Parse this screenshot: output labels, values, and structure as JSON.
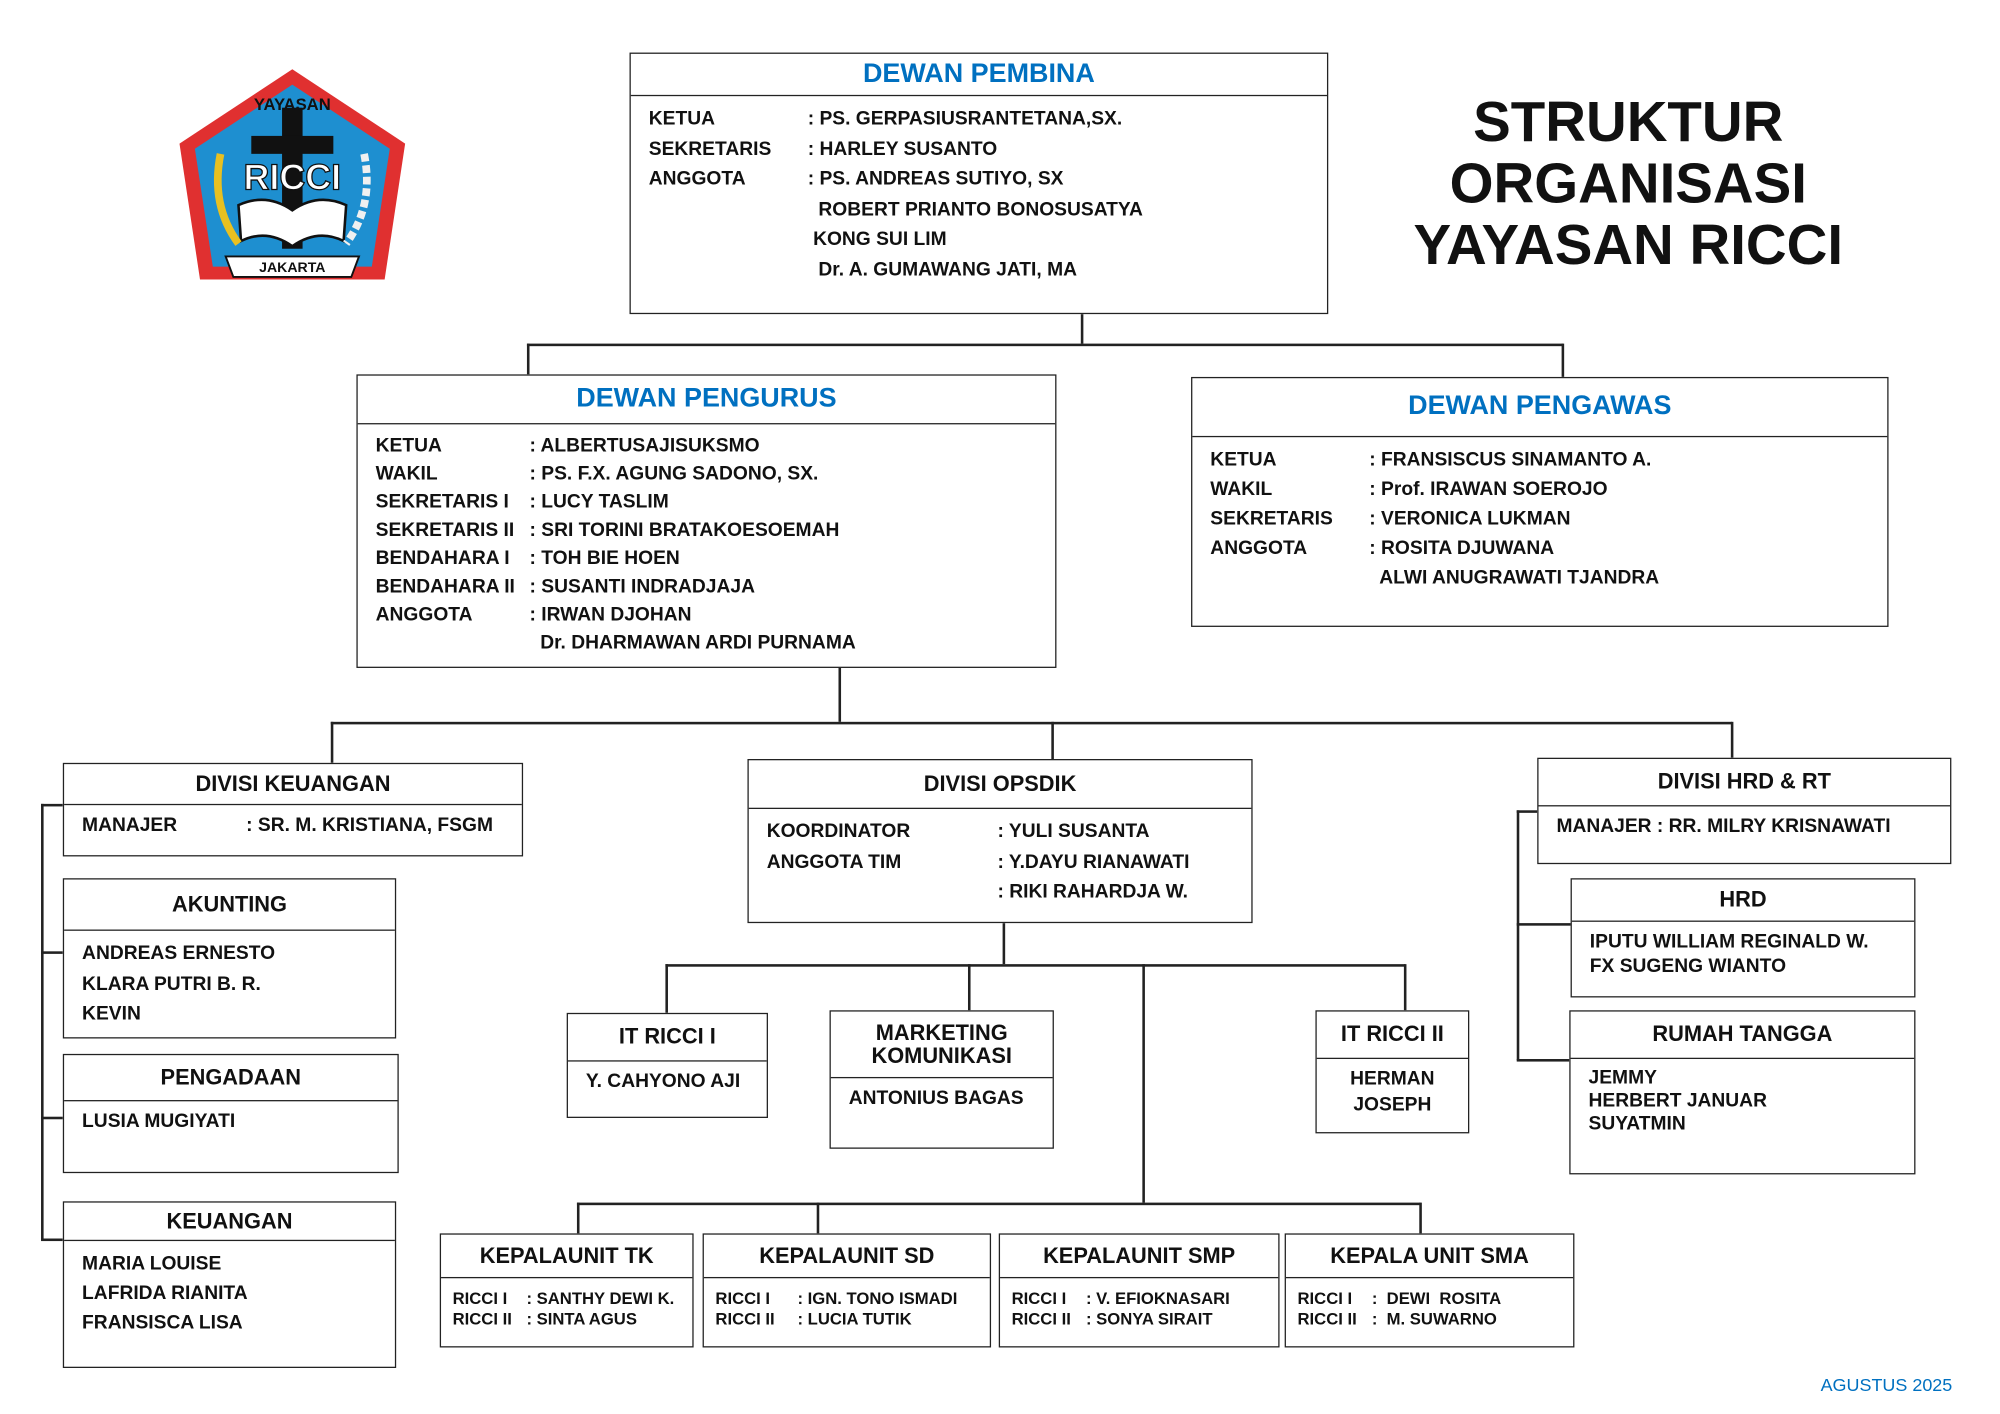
{
  "title": {
    "line1": "STRUKTUR",
    "line2": "ORGANISASI",
    "line3": "YAYASAN RICCI"
  },
  "logo": {
    "text_top": "YAYASAN",
    "text_main": "RICCI",
    "text_bottom": "JAKARTA"
  },
  "footer": "AGUSTUS 2025",
  "colors": {
    "accent": "#0070C0",
    "logo_red": "#E03030",
    "logo_blue": "#1E8FD0"
  },
  "boxes": {
    "pembina": {
      "title": "DEWAN PEMBINA",
      "rows": [
        {
          "label": "KETUA",
          "value": ": PS. GERPASIUSRANTETANA,SX."
        },
        {
          "label": "SEKRETARIS",
          "value": ": HARLEY SUSANTO"
        },
        {
          "label": "ANGGOTA",
          "value": ": PS. ANDREAS SUTIYO, SX"
        },
        {
          "label": "",
          "value": "  ROBERT PRIANTO BONOSUSATYA"
        },
        {
          "label": "",
          "value": " KONG SUI LIM"
        },
        {
          "label": "",
          "value": "  Dr. A. GUMAWANG JATI, MA"
        }
      ]
    },
    "pengurus": {
      "title": "DEWAN PENGURUS",
      "rows": [
        {
          "label": "KETUA",
          "value": ": ALBERTUSAJISUKSMO"
        },
        {
          "label": "WAKIL",
          "value": ": PS. F.X. AGUNG SADONO, SX."
        },
        {
          "label": "SEKRETARIS I",
          "value": ": LUCY TASLIM"
        },
        {
          "label": "SEKRETARIS II",
          "value": ": SRI TORINI BRATAKOESOEMAH"
        },
        {
          "label": "BENDAHARA I",
          "value": ": TOH BIE HOEN"
        },
        {
          "label": "BENDAHARA II",
          "value": ": SUSANTI INDRADJAJA"
        },
        {
          "label": "ANGGOTA",
          "value": ": IRWAN DJOHAN"
        },
        {
          "label": "",
          "value": "  Dr. DHARMAWAN ARDI PURNAMA"
        }
      ]
    },
    "pengawas": {
      "title": "DEWAN PENGAWAS",
      "rows": [
        {
          "label": "KETUA",
          "value": ": FRANSISCUS SINAMANTO A."
        },
        {
          "label": "WAKIL",
          "value": ": Prof. IRAWAN SOEROJO"
        },
        {
          "label": "SEKRETARIS",
          "value": ": VERONICA LUKMAN"
        },
        {
          "label": "ANGGOTA",
          "value": ": ROSITA DJUWANA"
        },
        {
          "label": "",
          "value": "  ALWI ANUGRAWATI TJANDRA"
        }
      ]
    },
    "keuangan_div": {
      "title": "DIVISI KEUANGAN",
      "rows": [
        {
          "label": "MANAJER",
          "value": ": SR. M. KRISTIANA, FSGM"
        }
      ]
    },
    "opsdik": {
      "title": "DIVISI OPSDIK",
      "rows": [
        {
          "label": "KOORDINATOR",
          "value": ": YULI SUSANTA"
        },
        {
          "label": "ANGGOTA TIM",
          "value": ": Y.DAYU RIANAWATI"
        },
        {
          "label": "",
          "value": ": RIKI RAHARDJA W."
        }
      ]
    },
    "hrdrt": {
      "title": "DIVISI HRD & RT",
      "rows": [
        {
          "label": "",
          "value": "MANAJER : RR. MILRY KRISNAWATI"
        }
      ]
    },
    "akunting": {
      "title": "AKUNTING",
      "rows": [
        {
          "label": "",
          "value": "ANDREAS ERNESTO"
        },
        {
          "label": "",
          "value": "KLARA PUTRI B. R."
        },
        {
          "label": "",
          "value": "KEVIN"
        }
      ]
    },
    "pengadaan": {
      "title": "PENGADAAN",
      "rows": [
        {
          "label": "",
          "value": "LUSIA MUGIYATI"
        }
      ]
    },
    "keuangan": {
      "title": "KEUANGAN",
      "rows": [
        {
          "label": "",
          "value": "MARIA LOUISE"
        },
        {
          "label": "",
          "value": "LAFRIDA RIANITA"
        },
        {
          "label": "",
          "value": "FRANSISCA LISA"
        }
      ]
    },
    "it1": {
      "title": "IT RICCI I",
      "rows": [
        {
          "label": "",
          "value": "Y. CAHYONO AJI"
        }
      ]
    },
    "marketing": {
      "title": "MARKETING KOMUNIKASI",
      "rows": [
        {
          "label": "",
          "value": "ANTONIUS BAGAS"
        }
      ]
    },
    "it2": {
      "title": "IT RICCI II",
      "rows": [
        {
          "label": "",
          "value": "HERMAN"
        },
        {
          "label": "",
          "value": "JOSEPH"
        }
      ]
    },
    "hrd": {
      "title": "HRD",
      "rows": [
        {
          "label": "",
          "value": "IPUTU WILLIAM REGINALD W."
        },
        {
          "label": "",
          "value": "FX SUGENG WIANTO"
        }
      ]
    },
    "rt": {
      "title": "RUMAH TANGGA",
      "rows": [
        {
          "label": "",
          "value": "JEMMY"
        },
        {
          "label": "",
          "value": "HERBERT JANUAR"
        },
        {
          "label": "",
          "value": "SUYATMIN"
        }
      ]
    },
    "tk": {
      "title": "KEPALAUNIT TK",
      "rows": [
        {
          "label": "RICCI I",
          "value": " : SANTHY DEWI K."
        },
        {
          "label": "RICCI II",
          "value": " : SINTA AGUS"
        }
      ]
    },
    "sd": {
      "title": "KEPALAUNIT SD",
      "rows": [
        {
          "label": "RICCI I",
          "value": ": IGN. TONO ISMADI"
        },
        {
          "label": "RICCI II",
          "value": ": LUCIA TUTIK"
        }
      ]
    },
    "smp": {
      "title": "KEPALAUNIT SMP",
      "rows": [
        {
          "label": "RICCI I",
          "value": ": V. EFIOKNASARI"
        },
        {
          "label": "RICCI II",
          "value": ": SONYA SIRAIT"
        }
      ]
    },
    "sma": {
      "title": "KEPALA UNIT SMA",
      "rows": [
        {
          "label": "RICCI I",
          "value": ":  DEWI  ROSITA"
        },
        {
          "label": "RICCI II",
          "value": ":  M. SUWARNO"
        }
      ]
    }
  }
}
